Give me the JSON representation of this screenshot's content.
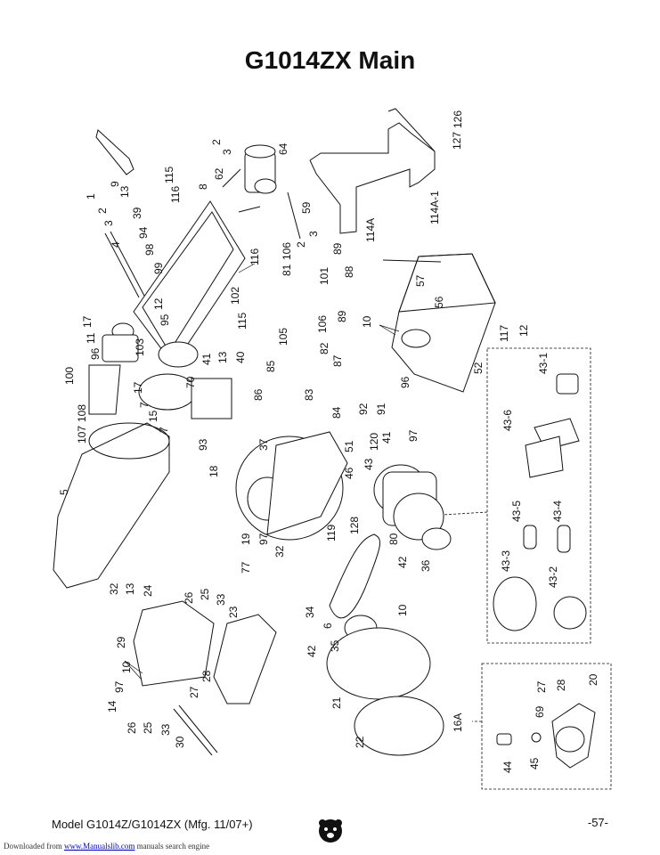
{
  "title": "G1014ZX Main",
  "footer": {
    "model": "Model G1014Z/G1014ZX (Mfg. 11/07+)",
    "page": "-57-",
    "downloaded_prefix": "Downloaded from ",
    "downloaded_link": "www.Manualslib.com",
    "downloaded_suffix": " manuals search engine"
  },
  "parts": {
    "p1": "1",
    "p2a": "2",
    "p3a": "3",
    "p9": "9",
    "p13a": "13",
    "p39": "39",
    "p115a": "115",
    "p116a": "116",
    "p8": "8",
    "p62": "62",
    "p2b": "2",
    "p3b": "3",
    "p64": "64",
    "p59": "59",
    "p94": "94",
    "p98": "98",
    "p99": "99",
    "p4": "4",
    "p116b": "116",
    "p2c": "2",
    "p3c": "3",
    "p106a": "106",
    "p89a": "89",
    "p81": "81",
    "p101": "101",
    "p88": "88",
    "p126": "126",
    "p127": "127",
    "p114a": "114A",
    "p114a1": "114A-1",
    "p57": "57",
    "p102": "102",
    "p115b": "115",
    "p56": "56",
    "p12a": "12",
    "p95": "95",
    "p17a": "17",
    "p11": "11",
    "p96a": "96",
    "p103": "103",
    "p100": "100",
    "p106b": "106",
    "p89b": "89",
    "p10a": "10",
    "p117": "117",
    "p12b": "12",
    "p105": "105",
    "p82": "82",
    "p87": "87",
    "p85": "85",
    "p41a": "41",
    "p13b": "13",
    "p40": "40",
    "p70": "70",
    "p17b": "17",
    "p7a": "7",
    "p86": "86",
    "p83": "83",
    "p84": "84",
    "p92": "92",
    "p91": "91",
    "p96b": "96",
    "p52": "52",
    "p43_1": "43-1",
    "p15": "15",
    "p7b": "7",
    "p107": "107",
    "p108": "108",
    "p93": "93",
    "p51": "51",
    "p120": "120",
    "p41b": "41",
    "p97a": "97",
    "p37": "37",
    "p18": "18",
    "p46": "46",
    "p43": "43",
    "p43_6": "43-6",
    "p5": "5",
    "p19": "19",
    "p97b": "97",
    "p119": "119",
    "p128": "128",
    "p80": "80",
    "p32a": "32",
    "p42a": "42",
    "p36": "36",
    "p43_5": "43-5",
    "p43_4": "43-4",
    "p77": "77",
    "p43_3": "43-3",
    "p43_2": "43-2",
    "p32b": "32",
    "p13c": "13",
    "p24": "24",
    "p26a": "26",
    "p25a": "25",
    "p33a": "33",
    "p23": "23",
    "p34": "34",
    "p6": "6",
    "p10b": "10",
    "p42b": "42",
    "p35": "35",
    "p29": "29",
    "p10c": "10",
    "p97c": "97",
    "p27a": "27",
    "p28a": "28",
    "p14": "14",
    "p26b": "26",
    "p25b": "25",
    "p33b": "33",
    "p30": "30",
    "p21": "21",
    "p22": "22",
    "p27b": "27",
    "p28b": "28",
    "p20": "20",
    "p16a": "16A",
    "p69": "69",
    "p44": "44",
    "p45": "45"
  }
}
